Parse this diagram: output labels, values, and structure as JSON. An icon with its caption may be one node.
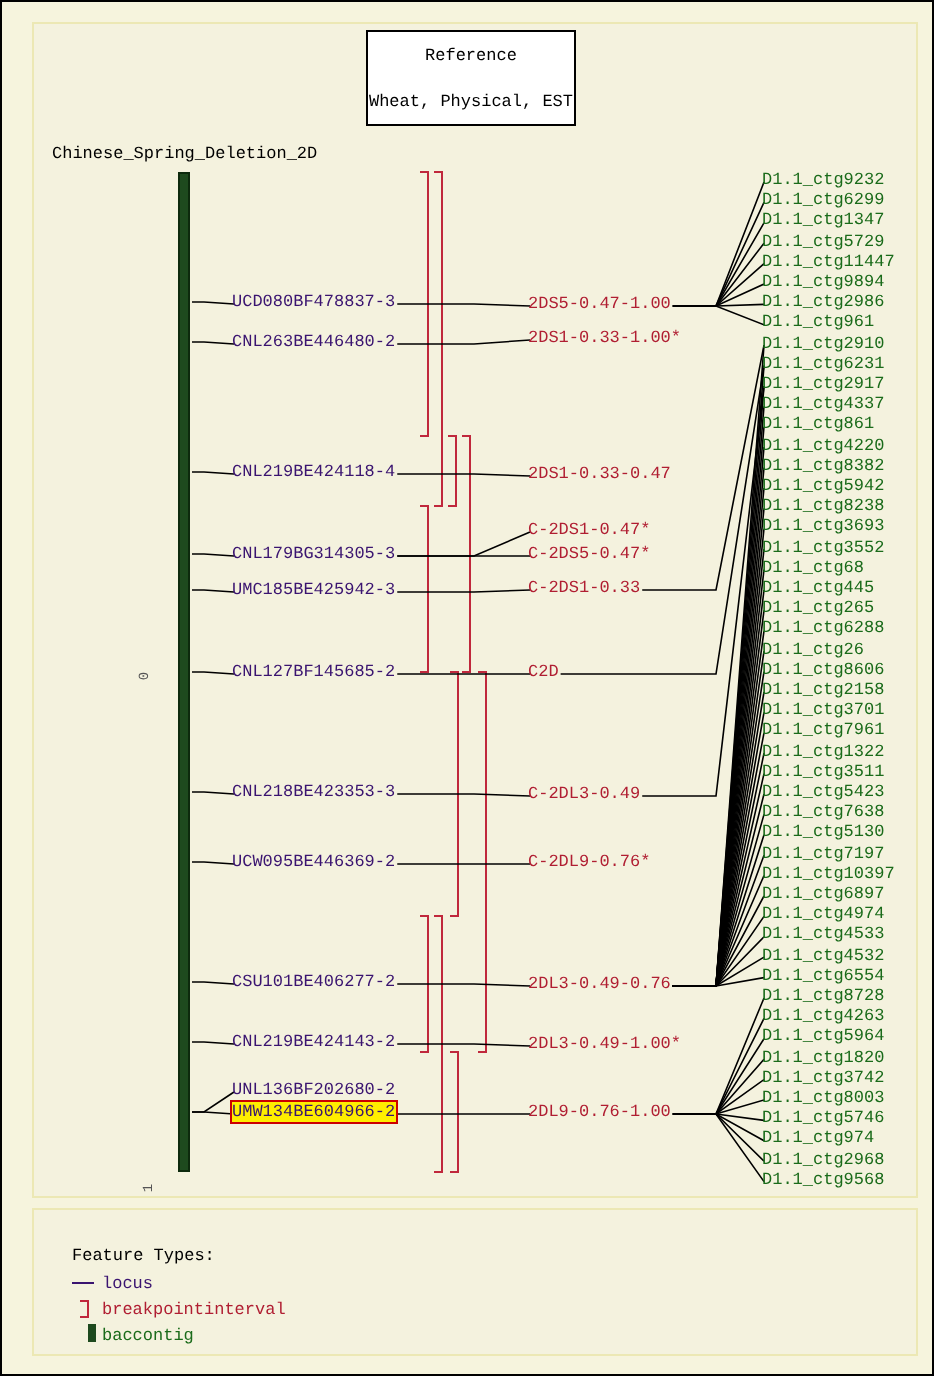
{
  "diagram": {
    "nodes": [
      {
        "text": [
          "Reference",
          "Wheat, Physical, EST"
        ]
      },
      {
        "text": [],
        "shape": "bar"
      },
      {
        "text": [
          "UCD080BF478837-3"
        ]
      },
      {
        "text": [
          "CNL263BE446480-2"
        ]
      },
      {
        "text": [
          "CNL219BE424118-4"
        ]
      },
      {
        "text": [
          "CNL179BG314305-3"
        ]
      },
      {
        "text": [
          "UMC185BE425942-3"
        ]
      },
      {
        "text": [
          "CNL127BF145685-2"
        ]
      },
      {
        "text": [
          "CNL218BE423353-3"
        ]
      },
      {
        "text": [
          "UCW095BE446369-2"
        ]
      },
      {
        "text": [
          "CSU101BE406277-2"
        ]
      },
      {
        "text": [
          "CNL219BE424143-2"
        ]
      },
      {
        "text": [
          "UNL136BF202680-2"
        ]
      },
      {
        "text": [
          "UMW134BE604966-2"
        ]
      },
      {
        "text": [
          "2DS5-0.47-1.00"
        ]
      },
      {
        "text": [
          "2DS1-0.33-1.00*"
        ]
      },
      {
        "text": [
          "2DS1-0.33-0.47"
        ]
      },
      {
        "text": [
          "C-2DS1-0.47*"
        ]
      },
      {
        "text": [
          "C-2DS5-0.47*"
        ]
      },
      {
        "text": [
          "C-2DS1-0.33"
        ]
      },
      {
        "text": [
          "C2D"
        ]
      },
      {
        "text": [
          "C-2DL3-0.49"
        ]
      },
      {
        "text": [
          "C-2DL9-0.76*"
        ]
      },
      {
        "text": [
          "2DL3-0.49-0.76"
        ]
      },
      {
        "text": [
          "2DL3-0.49-1.00*"
        ]
      },
      {
        "text": [
          "2DL9-0.76-1.00"
        ]
      },
      {
        "text": [
          "D1.1_ctg9232"
        ]
      },
      {
        "text": [
          "D1.1_ctg6299"
        ]
      },
      {
        "text": [
          "D1.1_ctg1347"
        ]
      },
      {
        "text": [
          "D1.1_ctg5729"
        ]
      },
      {
        "text": [
          "D1.1_ctg11447"
        ]
      },
      {
        "text": [
          "D1.1_ctg9894"
        ]
      },
      {
        "text": [
          "D1.1_ctg2986"
        ]
      },
      {
        "text": [
          "D1.1_ctg961"
        ]
      },
      {
        "text": [
          "D1.1_ctg2910"
        ]
      },
      {
        "text": [
          "D1.1_ctg6231"
        ]
      },
      {
        "text": [
          "D1.1_ctg2917"
        ]
      },
      {
        "text": [
          "D1.1_ctg4337"
        ]
      },
      {
        "text": [
          "D1.1_ctg861"
        ]
      },
      {
        "text": [
          "D1.1_ctg4220"
        ]
      },
      {
        "text": [
          "D1.1_ctg8382"
        ]
      },
      {
        "text": [
          "D1.1_ctg5942"
        ]
      },
      {
        "text": [
          "D1.1_ctg8238"
        ]
      },
      {
        "text": [
          "D1.1_ctg3693"
        ]
      },
      {
        "text": [
          "D1.1_ctg3552"
        ]
      },
      {
        "text": [
          "D1.1_ctg68"
        ]
      },
      {
        "text": [
          "D1.1_ctg445"
        ]
      },
      {
        "text": [
          "D1.1_ctg265"
        ]
      },
      {
        "text": [
          "D1.1_ctg6288"
        ]
      },
      {
        "text": [
          "D1.1_ctg26"
        ]
      },
      {
        "text": [
          "D1.1_ctg8606"
        ]
      },
      {
        "text": [
          "D1.1_ctg2158"
        ]
      },
      {
        "text": [
          "D1.1_ctg3701"
        ]
      },
      {
        "text": [
          "D1.1_ctg7961"
        ]
      },
      {
        "text": [
          "D1.1_ctg1322"
        ]
      },
      {
        "text": [
          "D1.1_ctg3511"
        ]
      },
      {
        "text": [
          "D1.1_ctg5423"
        ]
      },
      {
        "text": [
          "D1.1_ctg7638"
        ]
      },
      {
        "text": [
          "D1.1_ctg5130"
        ]
      },
      {
        "text": [
          "D1.1_ctg7197"
        ]
      },
      {
        "text": [
          "D1.1_ctg10397"
        ]
      },
      {
        "text": [
          "D1.1_ctg6897"
        ]
      },
      {
        "text": [
          "D1.1_ctg4974"
        ]
      },
      {
        "text": [
          "D1.1_ctg4533"
        ]
      },
      {
        "text": [
          "D1.1_ctg4532"
        ]
      },
      {
        "text": [
          "D1.1_ctg6554"
        ]
      },
      {
        "text": [
          "D1.1_ctg8728"
        ]
      },
      {
        "text": [
          "D1.1_ctg4263"
        ]
      },
      {
        "text": [
          "D1.1_ctg5964"
        ]
      },
      {
        "text": [
          "D1.1_ctg1820"
        ]
      },
      {
        "text": [
          "D1.1_ctg3742"
        ]
      },
      {
        "text": [
          "D1.1_ctg8003"
        ]
      },
      {
        "text": [
          "D1.1_ctg5746"
        ]
      },
      {
        "text": [
          "D1.1_ctg974"
        ]
      },
      {
        "text": [
          "D1.1_ctg2968"
        ]
      },
      {
        "text": [
          "D1.1_ctg9568"
        ]
      }
    ],
    "edges": [
      {
        "from": 1,
        "to": 2,
        "arrow": "none"
      },
      {
        "from": 1,
        "to": 3,
        "arrow": "none"
      },
      {
        "from": 1,
        "to": 4,
        "arrow": "none"
      },
      {
        "from": 1,
        "to": 5,
        "arrow": "none"
      },
      {
        "from": 1,
        "to": 6,
        "arrow": "none"
      },
      {
        "from": 1,
        "to": 7,
        "arrow": "none"
      },
      {
        "from": 1,
        "to": 8,
        "arrow": "none"
      },
      {
        "from": 1,
        "to": 9,
        "arrow": "none"
      },
      {
        "from": 1,
        "to": 10,
        "arrow": "none"
      },
      {
        "from": 1,
        "to": 11,
        "arrow": "none"
      },
      {
        "from": 1,
        "to": 12,
        "arrow": "none"
      },
      {
        "from": 1,
        "to": 13,
        "arrow": "none"
      },
      {
        "from": 2,
        "to": 14,
        "arrow": "none"
      },
      {
        "from": 3,
        "to": 15,
        "arrow": "none"
      },
      {
        "from": 4,
        "to": 16,
        "arrow": "none"
      },
      {
        "from": 5,
        "to": 17,
        "arrow": "none"
      },
      {
        "from": 5,
        "to": 18,
        "arrow": "none"
      },
      {
        "from": 6,
        "to": 19,
        "arrow": "none"
      },
      {
        "from": 7,
        "to": 20,
        "arrow": "none"
      },
      {
        "from": 8,
        "to": 21,
        "arrow": "none"
      },
      {
        "from": 9,
        "to": 22,
        "arrow": "none"
      },
      {
        "from": 10,
        "to": 23,
        "arrow": "none"
      },
      {
        "from": 11,
        "to": 24,
        "arrow": "none"
      },
      {
        "from": 13,
        "to": 25,
        "arrow": "none"
      },
      {
        "from": 14,
        "to": 26,
        "arrow": "none"
      },
      {
        "from": 14,
        "to": 27,
        "arrow": "none"
      },
      {
        "from": 14,
        "to": 28,
        "arrow": "none"
      },
      {
        "from": 14,
        "to": 29,
        "arrow": "none"
      },
      {
        "from": 14,
        "to": 30,
        "arrow": "none"
      },
      {
        "from": 14,
        "to": 31,
        "arrow": "none"
      },
      {
        "from": 14,
        "to": 32,
        "arrow": "none"
      },
      {
        "from": 14,
        "to": 33,
        "arrow": "none"
      },
      {
        "from": 19,
        "to": 34,
        "arrow": "none"
      },
      {
        "from": 20,
        "to": 35,
        "arrow": "none"
      },
      {
        "from": 21,
        "to": 36,
        "arrow": "none"
      },
      {
        "from": 23,
        "to": 34,
        "arrow": "none"
      },
      {
        "from": 23,
        "to": 35,
        "arrow": "none"
      },
      {
        "from": 23,
        "to": 36,
        "arrow": "none"
      },
      {
        "from": 23,
        "to": 37,
        "arrow": "none"
      },
      {
        "from": 23,
        "to": 38,
        "arrow": "none"
      },
      {
        "from": 23,
        "to": 39,
        "arrow": "none"
      },
      {
        "from": 23,
        "to": 40,
        "arrow": "none"
      },
      {
        "from": 23,
        "to": 41,
        "arrow": "none"
      },
      {
        "from": 23,
        "to": 42,
        "arrow": "none"
      },
      {
        "from": 23,
        "to": 43,
        "arrow": "none"
      },
      {
        "from": 23,
        "to": 44,
        "arrow": "none"
      },
      {
        "from": 23,
        "to": 45,
        "arrow": "none"
      },
      {
        "from": 23,
        "to": 46,
        "arrow": "none"
      },
      {
        "from": 23,
        "to": 47,
        "arrow": "none"
      },
      {
        "from": 23,
        "to": 48,
        "arrow": "none"
      },
      {
        "from": 23,
        "to": 49,
        "arrow": "none"
      },
      {
        "from": 23,
        "to": 50,
        "arrow": "none"
      },
      {
        "from": 23,
        "to": 51,
        "arrow": "none"
      },
      {
        "from": 23,
        "to": 52,
        "arrow": "none"
      },
      {
        "from": 23,
        "to": 53,
        "arrow": "none"
      },
      {
        "from": 23,
        "to": 54,
        "arrow": "none"
      },
      {
        "from": 23,
        "to": 55,
        "arrow": "none"
      },
      {
        "from": 23,
        "to": 56,
        "arrow": "none"
      },
      {
        "from": 23,
        "to": 57,
        "arrow": "none"
      },
      {
        "from": 23,
        "to": 58,
        "arrow": "none"
      },
      {
        "from": 23,
        "to": 59,
        "arrow": "none"
      },
      {
        "from": 23,
        "to": 60,
        "arrow": "none"
      },
      {
        "from": 23,
        "to": 61,
        "arrow": "none"
      },
      {
        "from": 23,
        "to": 62,
        "arrow": "none"
      },
      {
        "from": 23,
        "to": 63,
        "arrow": "none"
      },
      {
        "from": 23,
        "to": 64,
        "arrow": "none"
      },
      {
        "from": 23,
        "to": 65,
        "arrow": "none"
      },
      {
        "from": 25,
        "to": 66,
        "arrow": "none"
      },
      {
        "from": 25,
        "to": 67,
        "arrow": "none"
      },
      {
        "from": 25,
        "to": 68,
        "arrow": "none"
      },
      {
        "from": 25,
        "to": 69,
        "arrow": "none"
      },
      {
        "from": 25,
        "to": 70,
        "arrow": "none"
      },
      {
        "from": 25,
        "to": 71,
        "arrow": "none"
      },
      {
        "from": 25,
        "to": 72,
        "arrow": "none"
      },
      {
        "from": 25,
        "to": 73,
        "arrow": "none"
      },
      {
        "from": 25,
        "to": 74,
        "arrow": "none"
      },
      {
        "from": 25,
        "to": 75,
        "arrow": "none"
      }
    ],
    "labels": [
      "Chinese_Spring_Deletion_2D",
      "0",
      "1",
      "Feature Types:"
    ],
    "legend": [
      {
        "text": "locus"
      },
      {
        "text": "breakpointinterval"
      },
      {
        "text": "baccontig",
        "color": "#1e4a1e"
      }
    ]
  }
}
